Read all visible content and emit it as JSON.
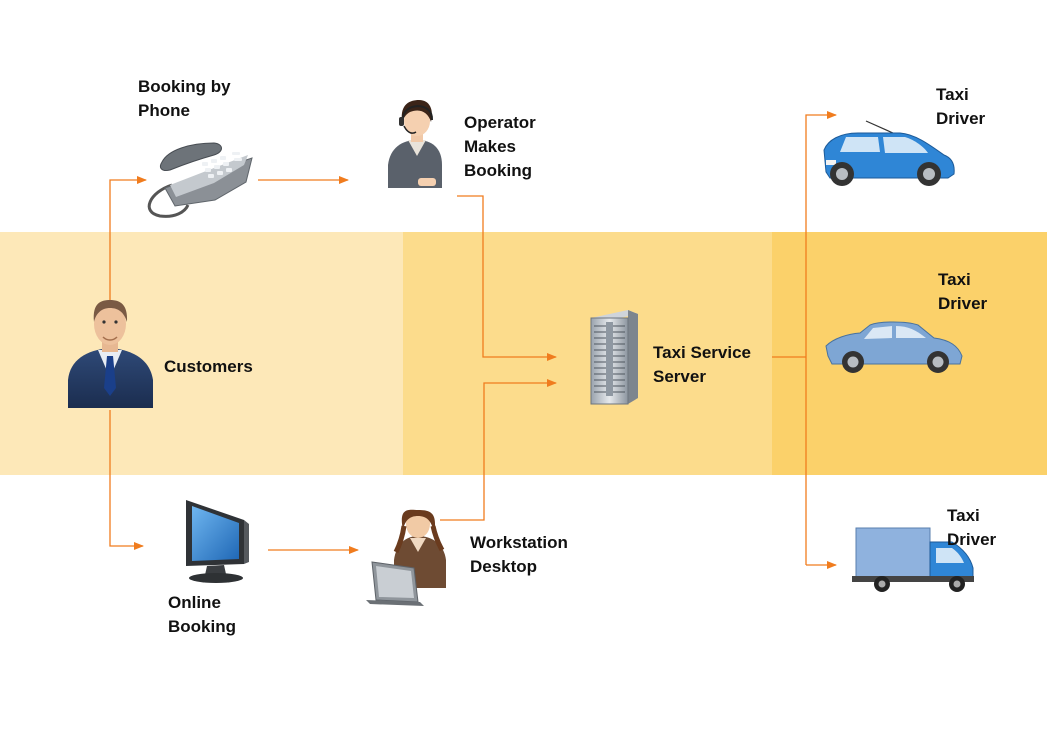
{
  "colors": {
    "band_left": "#fde8b8",
    "band_middle": "#fcdc8c",
    "band_right": "#fbd16a",
    "connector": "#f07c1e"
  },
  "nodes": {
    "booking_phone": {
      "label": "Booking by\nPhone",
      "icon": "telephone-icon"
    },
    "operator": {
      "label": "Operator\nMakes\nBooking",
      "icon": "operator-headset-icon"
    },
    "customers": {
      "label": "Customers",
      "icon": "businessman-icon"
    },
    "server": {
      "label": "Taxi Service\nServer",
      "icon": "server-rack-icon"
    },
    "online_booking": {
      "label": "Online\nBooking",
      "icon": "monitor-icon"
    },
    "workstation": {
      "label": "Workstation\nDesktop",
      "icon": "woman-laptop-icon"
    },
    "driver_1": {
      "label": "Taxi\nDriver",
      "icon": "hatchback-car-icon"
    },
    "driver_2": {
      "label": "Taxi\nDriver",
      "icon": "sedan-car-icon"
    },
    "driver_3": {
      "label": "Taxi\nDriver",
      "icon": "delivery-truck-icon"
    }
  }
}
